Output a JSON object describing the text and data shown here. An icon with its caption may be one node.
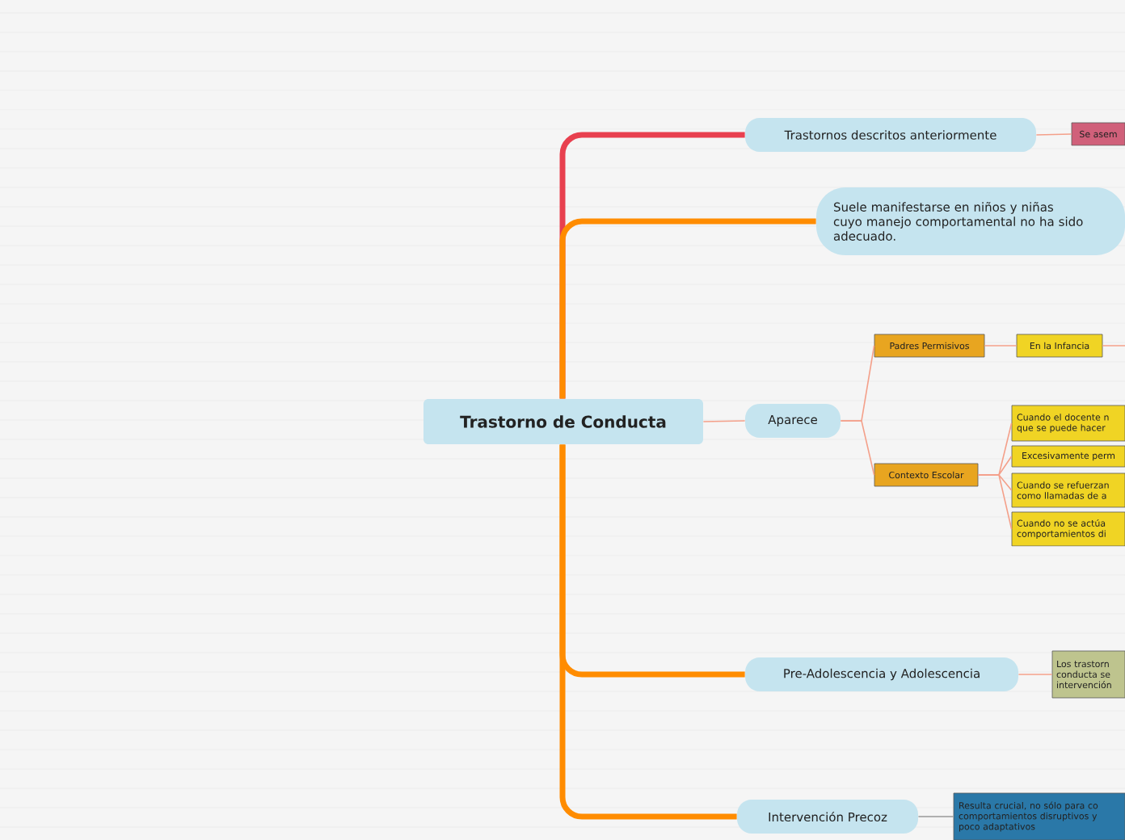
{
  "diagram": {
    "nodes": [
      {
        "text": [
          "Trastorno de Conducta"
        ]
      },
      {
        "text": [
          "Trastornos descritos anteriormente"
        ]
      },
      {
        "text": [
          "Se asem"
        ]
      },
      {
        "text": [
          "Suele manifestarse en niños y niñas cuyo manejo comportamental no ha sido adecuado."
        ]
      },
      {
        "text": [
          "Aparece"
        ]
      },
      {
        "text": [
          "Padres Permisivos"
        ]
      },
      {
        "text": [
          "En la Infancia"
        ]
      },
      {
        "text": [
          "Contexto Escolar"
        ]
      },
      {
        "text": [
          "Cuando el docente n que se puede hacer"
        ]
      },
      {
        "text": [
          "Excesivamente perm"
        ]
      },
      {
        "text": [
          "Cuando se refuerzan como llamadas de a"
        ]
      },
      {
        "text": [
          "Cuando no se actúa comportamientos di"
        ]
      },
      {
        "text": [
          "Pre-Adolescencia y Adolescencia"
        ]
      },
      {
        "text": [
          "Los trastorn conducta se intervención"
        ]
      },
      {
        "text": [
          "Intervención Precoz"
        ]
      },
      {
        "text": [
          "Resulta crucial, no sólo para co comportamientos disruptivos y poco adaptativos"
        ]
      }
    ],
    "edges": [
      {
        "from": 0,
        "to": 1,
        "arrow": "none",
        "style": "thick",
        "color": "#e8404f"
      },
      {
        "from": 0,
        "to": 3,
        "arrow": "none",
        "style": "thick",
        "color": "#ff8c00"
      },
      {
        "from": 0,
        "to": 4,
        "arrow": "none"
      },
      {
        "from": 0,
        "to": 12,
        "arrow": "none",
        "style": "thick",
        "color": "#ff8c00"
      },
      {
        "from": 0,
        "to": 14,
        "arrow": "none",
        "style": "thick",
        "color": "#ff8c00"
      },
      {
        "from": 1,
        "to": 2,
        "arrow": "none"
      },
      {
        "from": 4,
        "to": 5,
        "arrow": "none"
      },
      {
        "from": 4,
        "to": 7,
        "arrow": "none"
      },
      {
        "from": 5,
        "to": 6,
        "arrow": "none"
      },
      {
        "from": 6,
        "to": null,
        "arrow": "none"
      },
      {
        "from": 7,
        "to": 8,
        "arrow": "none"
      },
      {
        "from": 7,
        "to": 9,
        "arrow": "none"
      },
      {
        "from": 7,
        "to": 10,
        "arrow": "none"
      },
      {
        "from": 7,
        "to": 11,
        "arrow": "none"
      },
      {
        "from": 12,
        "to": 13,
        "arrow": "none"
      },
      {
        "from": 14,
        "to": 15,
        "arrow": "none",
        "color": "#999999"
      }
    ]
  }
}
